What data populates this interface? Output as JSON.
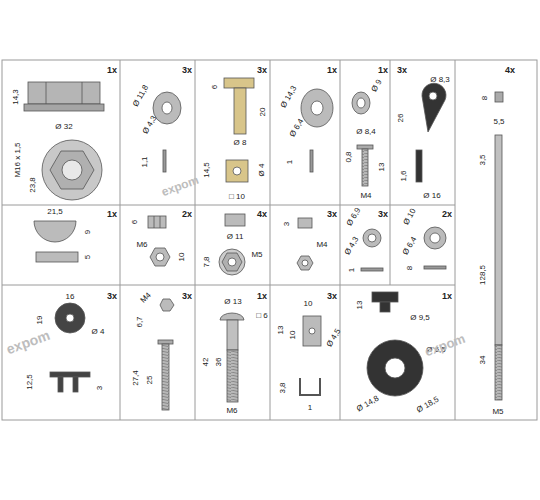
{
  "diagram": {
    "labels": [
      "1x",
      "14,3",
      "Ø 32",
      "M16 x 1,5",
      "23,8",
      "3x",
      "Ø 11,8",
      "Ø 4,3",
      "1,1",
      "3x",
      "6",
      "20",
      "Ø 8",
      "14,5",
      "Ø 4",
      "□ 10",
      "1x",
      "Ø 14,3",
      "Ø 6,4",
      "1",
      "1x",
      "Ø 9",
      "Ø 8,4",
      "0,8",
      "13",
      "M4",
      "3x",
      "Ø 8,3",
      "26",
      "1,6",
      "Ø 16",
      "4x",
      "8",
      "5,5",
      "3,5",
      "128,5",
      "34",
      "M5",
      "1x",
      "21,5",
      "9",
      "5",
      "2x",
      "6",
      "M6",
      "10",
      "4x",
      "Ø 11",
      "M5",
      "7,8",
      "3x",
      "3",
      "M4",
      "3x",
      "Ø 6,9",
      "Ø 4,3",
      "1",
      "2x",
      "Ø 10",
      "Ø 6,4",
      "8",
      "3x",
      "16",
      "19",
      "Ø 4",
      "12,5",
      "3",
      "3x",
      "M4",
      "6,7",
      "27,4",
      "25",
      "1x",
      "Ø 13",
      "□ 6",
      "42",
      "36",
      "M6",
      "3x",
      "10",
      "13",
      "10",
      "Ø 4,5",
      "3,8",
      "1",
      "1x",
      "13",
      "Ø 9,5",
      "Ø 6,5",
      "Ø 14,8",
      "Ø 18,5",
      "expom",
      "expom",
      "expom"
    ]
  }
}
